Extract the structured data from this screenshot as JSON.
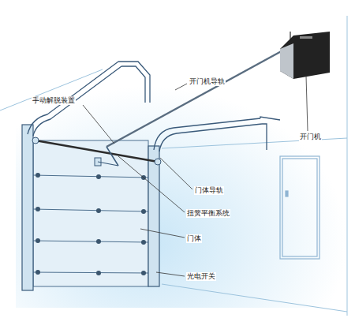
{
  "diagram": {
    "labels": [
      "手动解脱装置",
      "开门机导轨",
      "开门机",
      "门体导轨",
      "扭簧平衡系统",
      "门体",
      "光电开关"
    ]
  }
}
